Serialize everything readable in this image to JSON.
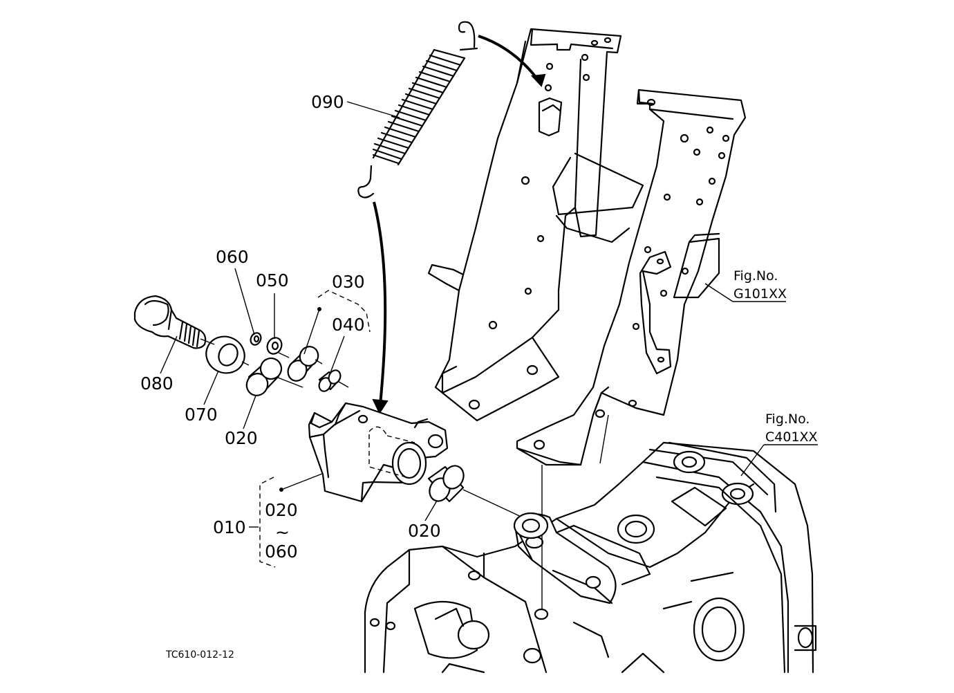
{
  "labels": {
    "p090": "090",
    "p060": "060",
    "p050": "050",
    "p030": "030",
    "p040": "040",
    "p080": "080",
    "p070": "070",
    "p020a": "020",
    "p020b": "020",
    "p010": "010",
    "p020c": "020",
    "tilde": "~",
    "p060b": "060"
  },
  "fig_refs": {
    "g_prefix": "Fig.No.",
    "g_code": "G101XX",
    "c_prefix": "Fig.No.",
    "c_code": "C401XX"
  },
  "drawing_code": "TC610-012-12"
}
